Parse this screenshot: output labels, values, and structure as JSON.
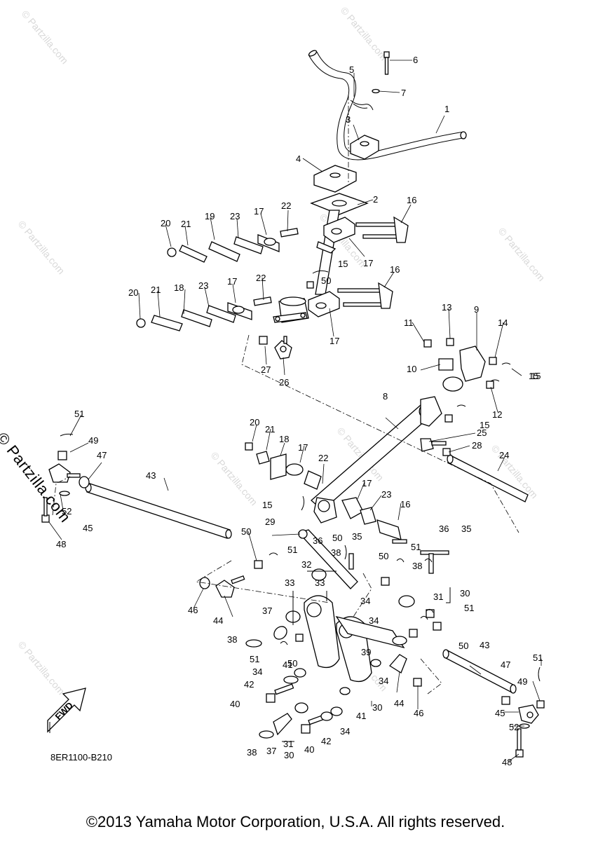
{
  "diagram_code": "8ER1100-B210",
  "fwd_label": "FWD",
  "side_watermark": "© Partzilla.com",
  "faint_watermarks": [
    "© Partzilla.com",
    "© Partzilla.com",
    "© Partzilla.com",
    "© Partzilla.com",
    "© Partzilla.com",
    "© Partzilla.com",
    "© Partzilla.com",
    "© Partzilla.com",
    "© Partzilla.com",
    "© Partzilla.com"
  ],
  "copyright": "©2013 Yamaha Motor Corporation, U.S.A. All rights reserved.",
  "callouts": [
    "1",
    "2",
    "3",
    "4",
    "5",
    "6",
    "7",
    "8",
    "9",
    "10",
    "11",
    "12",
    "13",
    "14",
    "15",
    "15",
    "15",
    "15",
    "15",
    "16",
    "16",
    "16",
    "17",
    "17",
    "17",
    "17",
    "17",
    "17",
    "18",
    "18",
    "19",
    "20",
    "20",
    "20",
    "21",
    "21",
    "21",
    "22",
    "22",
    "22",
    "23",
    "23",
    "23",
    "24",
    "25",
    "26",
    "27",
    "28",
    "29",
    "30",
    "30",
    "30",
    "31",
    "31",
    "32",
    "33",
    "33",
    "34",
    "34",
    "34",
    "34",
    "34",
    "35",
    "35",
    "36",
    "36",
    "37",
    "37",
    "38",
    "38",
    "38",
    "38",
    "39",
    "40",
    "40",
    "41",
    "41",
    "42",
    "42",
    "43",
    "43",
    "44",
    "44",
    "45",
    "45",
    "46",
    "46",
    "47",
    "47",
    "48",
    "48",
    "49",
    "49",
    "50",
    "50",
    "50",
    "50",
    "50",
    "50",
    "51",
    "51",
    "51",
    "51",
    "51",
    "51",
    "52",
    "52"
  ],
  "icons": {
    "fwd": "fwd-arrow-icon"
  }
}
